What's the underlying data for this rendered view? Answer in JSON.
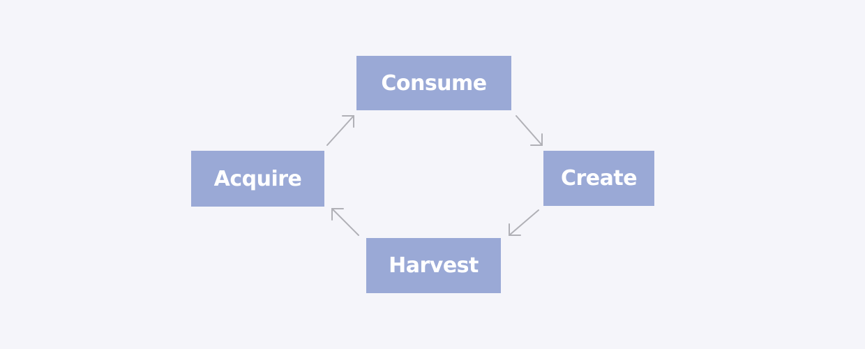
{
  "diagram": {
    "nodes": [
      {
        "id": "consume",
        "label": "Consume"
      },
      {
        "id": "create",
        "label": "Create"
      },
      {
        "id": "harvest",
        "label": "Harvest"
      },
      {
        "id": "acquire",
        "label": "Acquire"
      }
    ],
    "edges": [
      {
        "from": "acquire",
        "to": "consume"
      },
      {
        "from": "consume",
        "to": "create"
      },
      {
        "from": "create",
        "to": "harvest"
      },
      {
        "from": "harvest",
        "to": "acquire"
      }
    ],
    "colors": {
      "node": "#9aa9d6",
      "arrow": "#b0b0b6",
      "background": "#f5f5fa"
    }
  }
}
